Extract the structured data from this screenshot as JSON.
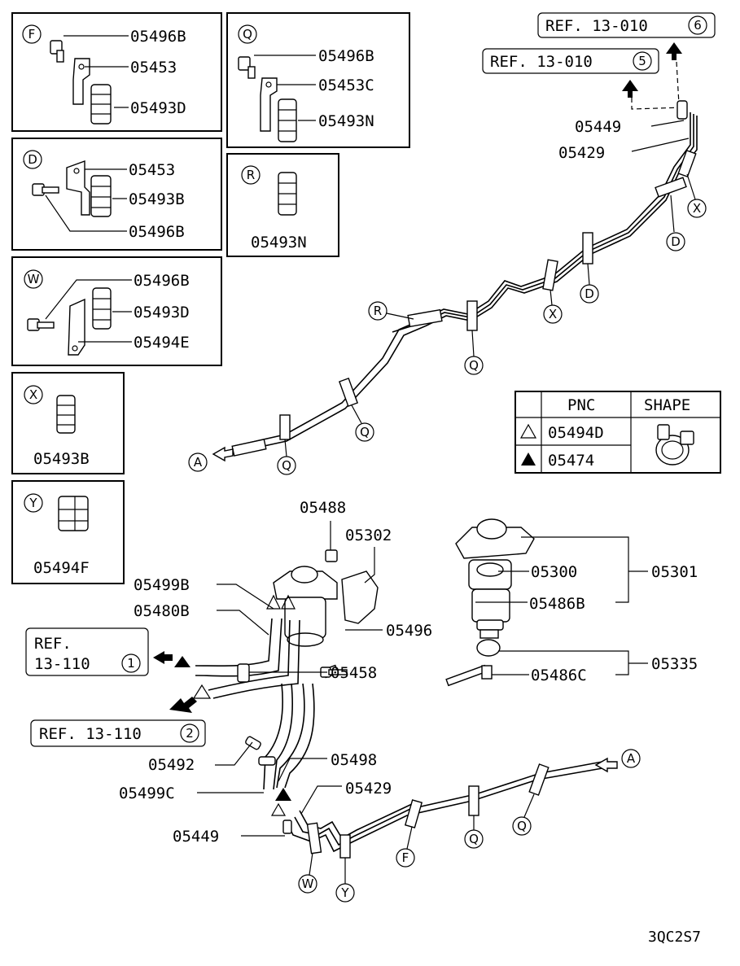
{
  "insets": [
    {
      "letter": "F",
      "parts": [
        "05496B",
        "05453",
        "05493D"
      ]
    },
    {
      "letter": "Q",
      "parts": [
        "05496B",
        "05453C",
        "05493N"
      ]
    },
    {
      "letter": "D",
      "parts": [
        "05453",
        "05493B",
        "05496B"
      ]
    },
    {
      "letter": "R",
      "parts": [
        "05493N"
      ]
    },
    {
      "letter": "W",
      "parts": [
        "05496B",
        "05493D",
        "05494E"
      ]
    },
    {
      "letter": "X",
      "parts": [
        "05493B"
      ]
    },
    {
      "letter": "Y",
      "parts": [
        "05494F"
      ]
    }
  ],
  "refs": {
    "ref6": {
      "text": "REF. 13-010",
      "num": "6"
    },
    "ref5": {
      "text": "REF. 13-010",
      "num": "5"
    },
    "ref1": {
      "line1": "REF.",
      "line2": "13-110",
      "num": "1"
    },
    "ref2": {
      "text": "REF. 13-110",
      "num": "2"
    }
  },
  "legend": {
    "col_pnc": "PNC",
    "col_shape": "SHAPE",
    "row1": "05494D",
    "row2": "05474"
  },
  "upper_labels": {
    "p05449": "05449",
    "p05429": "05429",
    "clips": [
      "X",
      "D",
      "D",
      "X",
      "Q",
      "R",
      "Q",
      "Q"
    ],
    "arrow_a": "A"
  },
  "filter_labels": {
    "p05488": "05488",
    "p05302": "05302",
    "p05300": "05300",
    "p05301": "05301",
    "p05486B": "05486B",
    "p05335": "05335",
    "p05486C": "05486C",
    "p05499B": "05499B",
    "p05480B": "05480B",
    "p05496": "05496",
    "p05458": "05458",
    "p05492": "05492",
    "p05498": "05498",
    "p05499C": "05499C",
    "p05429": "05429",
    "p05449": "05449"
  },
  "lower_clips": [
    "W",
    "Y",
    "F",
    "Q",
    "Q"
  ],
  "lower_arrow_a": "A",
  "code": "3QC2S7"
}
